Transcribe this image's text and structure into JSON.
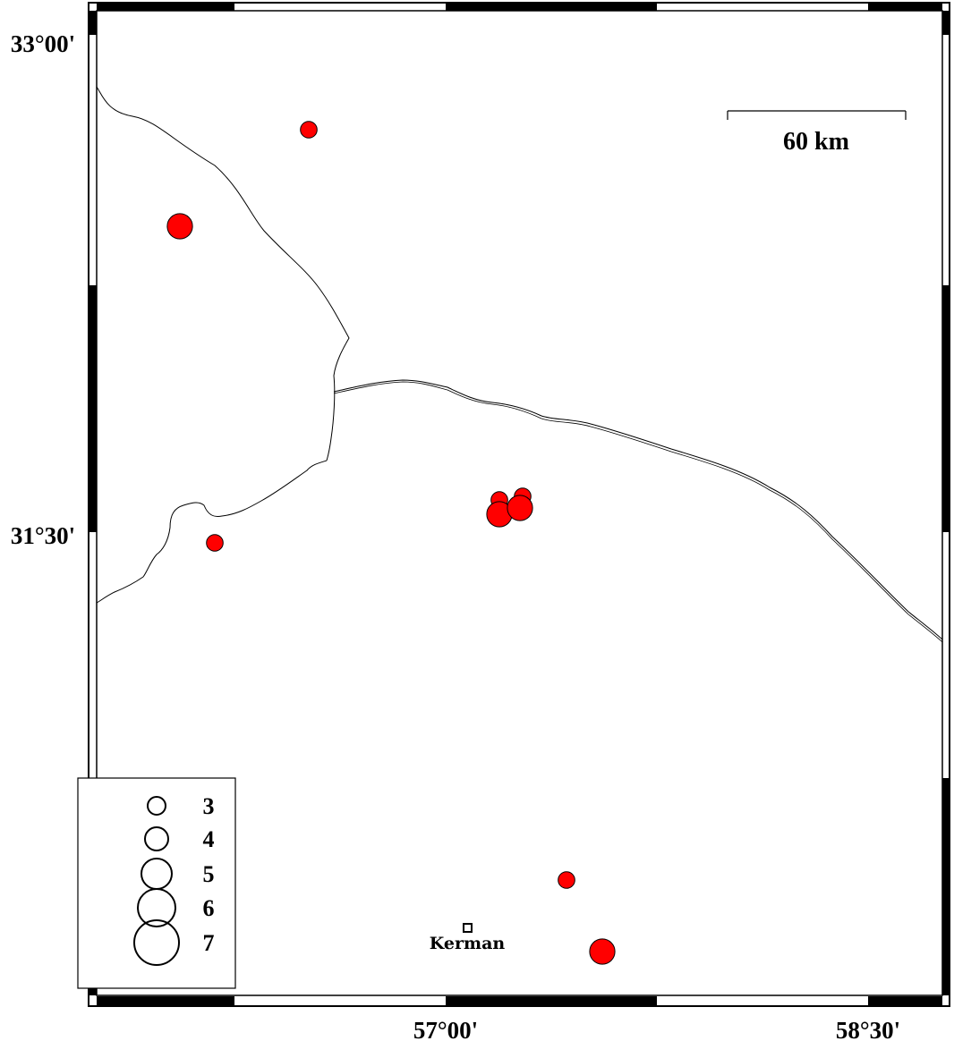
{
  "map": {
    "lat_labels": [
      "33°00'",
      "31°30'"
    ],
    "lon_labels": [
      "57°00'",
      "58°30'"
    ],
    "scale_bar": {
      "label": "60 km"
    },
    "city": {
      "name": "Kerman"
    },
    "event_color": "#ff0000",
    "border_color": "#000000"
  },
  "legend": {
    "title": "",
    "magnitudes": [
      "3",
      "4",
      "5",
      "6",
      "7"
    ]
  },
  "events": [
    {
      "mag": 4
    },
    {
      "mag": 5
    },
    {
      "mag": 4
    },
    {
      "mag": 4
    },
    {
      "mag": 4
    },
    {
      "mag": 5
    },
    {
      "mag": 5
    },
    {
      "mag": 4
    },
    {
      "mag": 5
    }
  ]
}
